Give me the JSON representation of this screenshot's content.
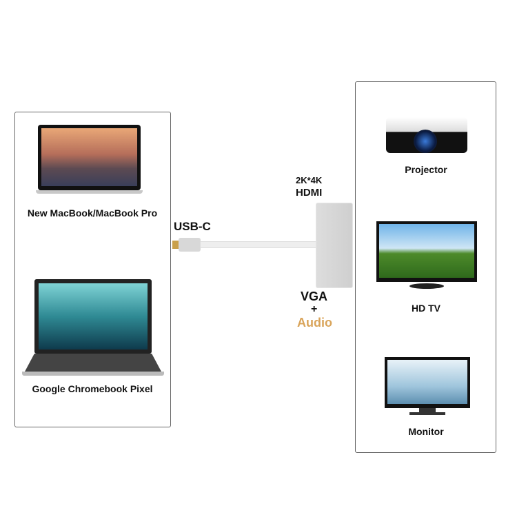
{
  "sources": [
    {
      "label": "New MacBook/MacBook Pro"
    },
    {
      "label": "Google Chromebook Pixel"
    }
  ],
  "outputs": [
    {
      "label": "Projector"
    },
    {
      "label": "HD TV"
    },
    {
      "label": "Monitor"
    }
  ],
  "adapter": {
    "input": "USB-C",
    "hdmi_res": "2K*4K",
    "hdmi": "HDMI",
    "vga": "VGA",
    "plus": "+",
    "audio": "Audio"
  },
  "colors": {
    "audio": "#d9a45a",
    "border": "#666666"
  }
}
